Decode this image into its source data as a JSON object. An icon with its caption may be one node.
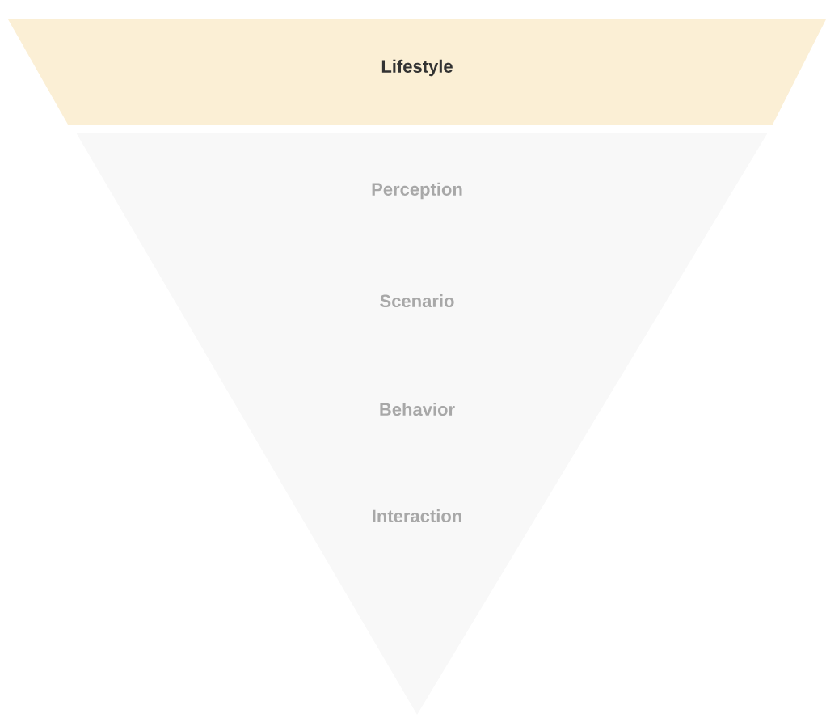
{
  "diagram": {
    "nodes": [
      {
        "text": [
          "Lifestyle"
        ]
      },
      {
        "text": [
          "Perception",
          "Scenario",
          "Behavior",
          "Interaction"
        ]
      }
    ]
  }
}
